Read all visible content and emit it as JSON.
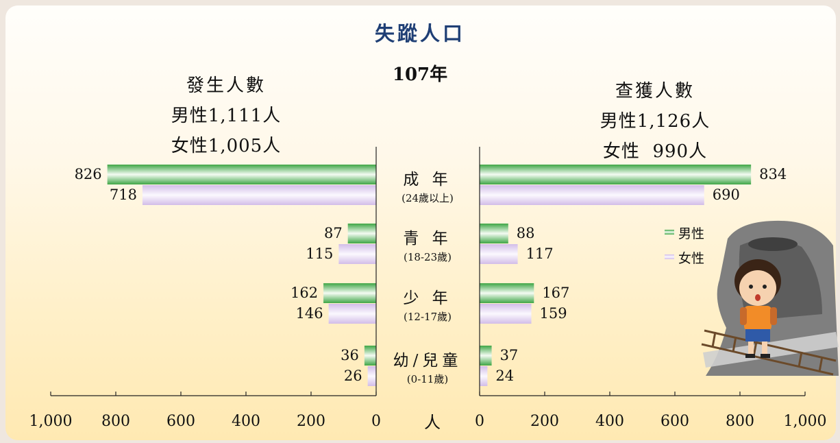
{
  "title": "失蹤人口",
  "year": "107年",
  "unit": "人",
  "left_header": {
    "title": "發生人數",
    "male": "男性1,111人",
    "female": "女性1,005人"
  },
  "right_header": {
    "title": "查獲人數",
    "male": "男性1,126人",
    "female": "女性  990人"
  },
  "legend": {
    "male": "男性",
    "female": "女性"
  },
  "colors": {
    "male": "#57b85c",
    "female": "#dcc8ee",
    "title": "#1f3f75"
  },
  "chart_data": {
    "type": "bar",
    "orientation": "horizontal",
    "categories": [
      {
        "name": "成 年",
        "range": "(24歲以上)"
      },
      {
        "name": "青 年",
        "range": "(18-23歲)"
      },
      {
        "name": "少 年",
        "range": "(12-17歲)"
      },
      {
        "name": "幼/兒童",
        "range": "(0-11歲)"
      }
    ],
    "panels": [
      {
        "title": "發生人數",
        "direction": "left",
        "xlim": [
          0,
          1000
        ],
        "ticks": [
          "1,000",
          "800",
          "600",
          "400",
          "200",
          "0"
        ],
        "series": [
          {
            "name": "男性",
            "values": [
              826,
              87,
              162,
              36
            ]
          },
          {
            "name": "女性",
            "values": [
              718,
              115,
              146,
              26
            ]
          }
        ]
      },
      {
        "title": "查獲人數",
        "direction": "right",
        "xlim": [
          0,
          1000
        ],
        "ticks": [
          "0",
          "200",
          "400",
          "600",
          "800",
          "1,000"
        ],
        "series": [
          {
            "name": "男性",
            "values": [
              834,
              88,
              167,
              37
            ]
          },
          {
            "name": "女性",
            "values": [
              690,
              117,
              159,
              24
            ]
          }
        ]
      }
    ],
    "legend_position": "right"
  }
}
